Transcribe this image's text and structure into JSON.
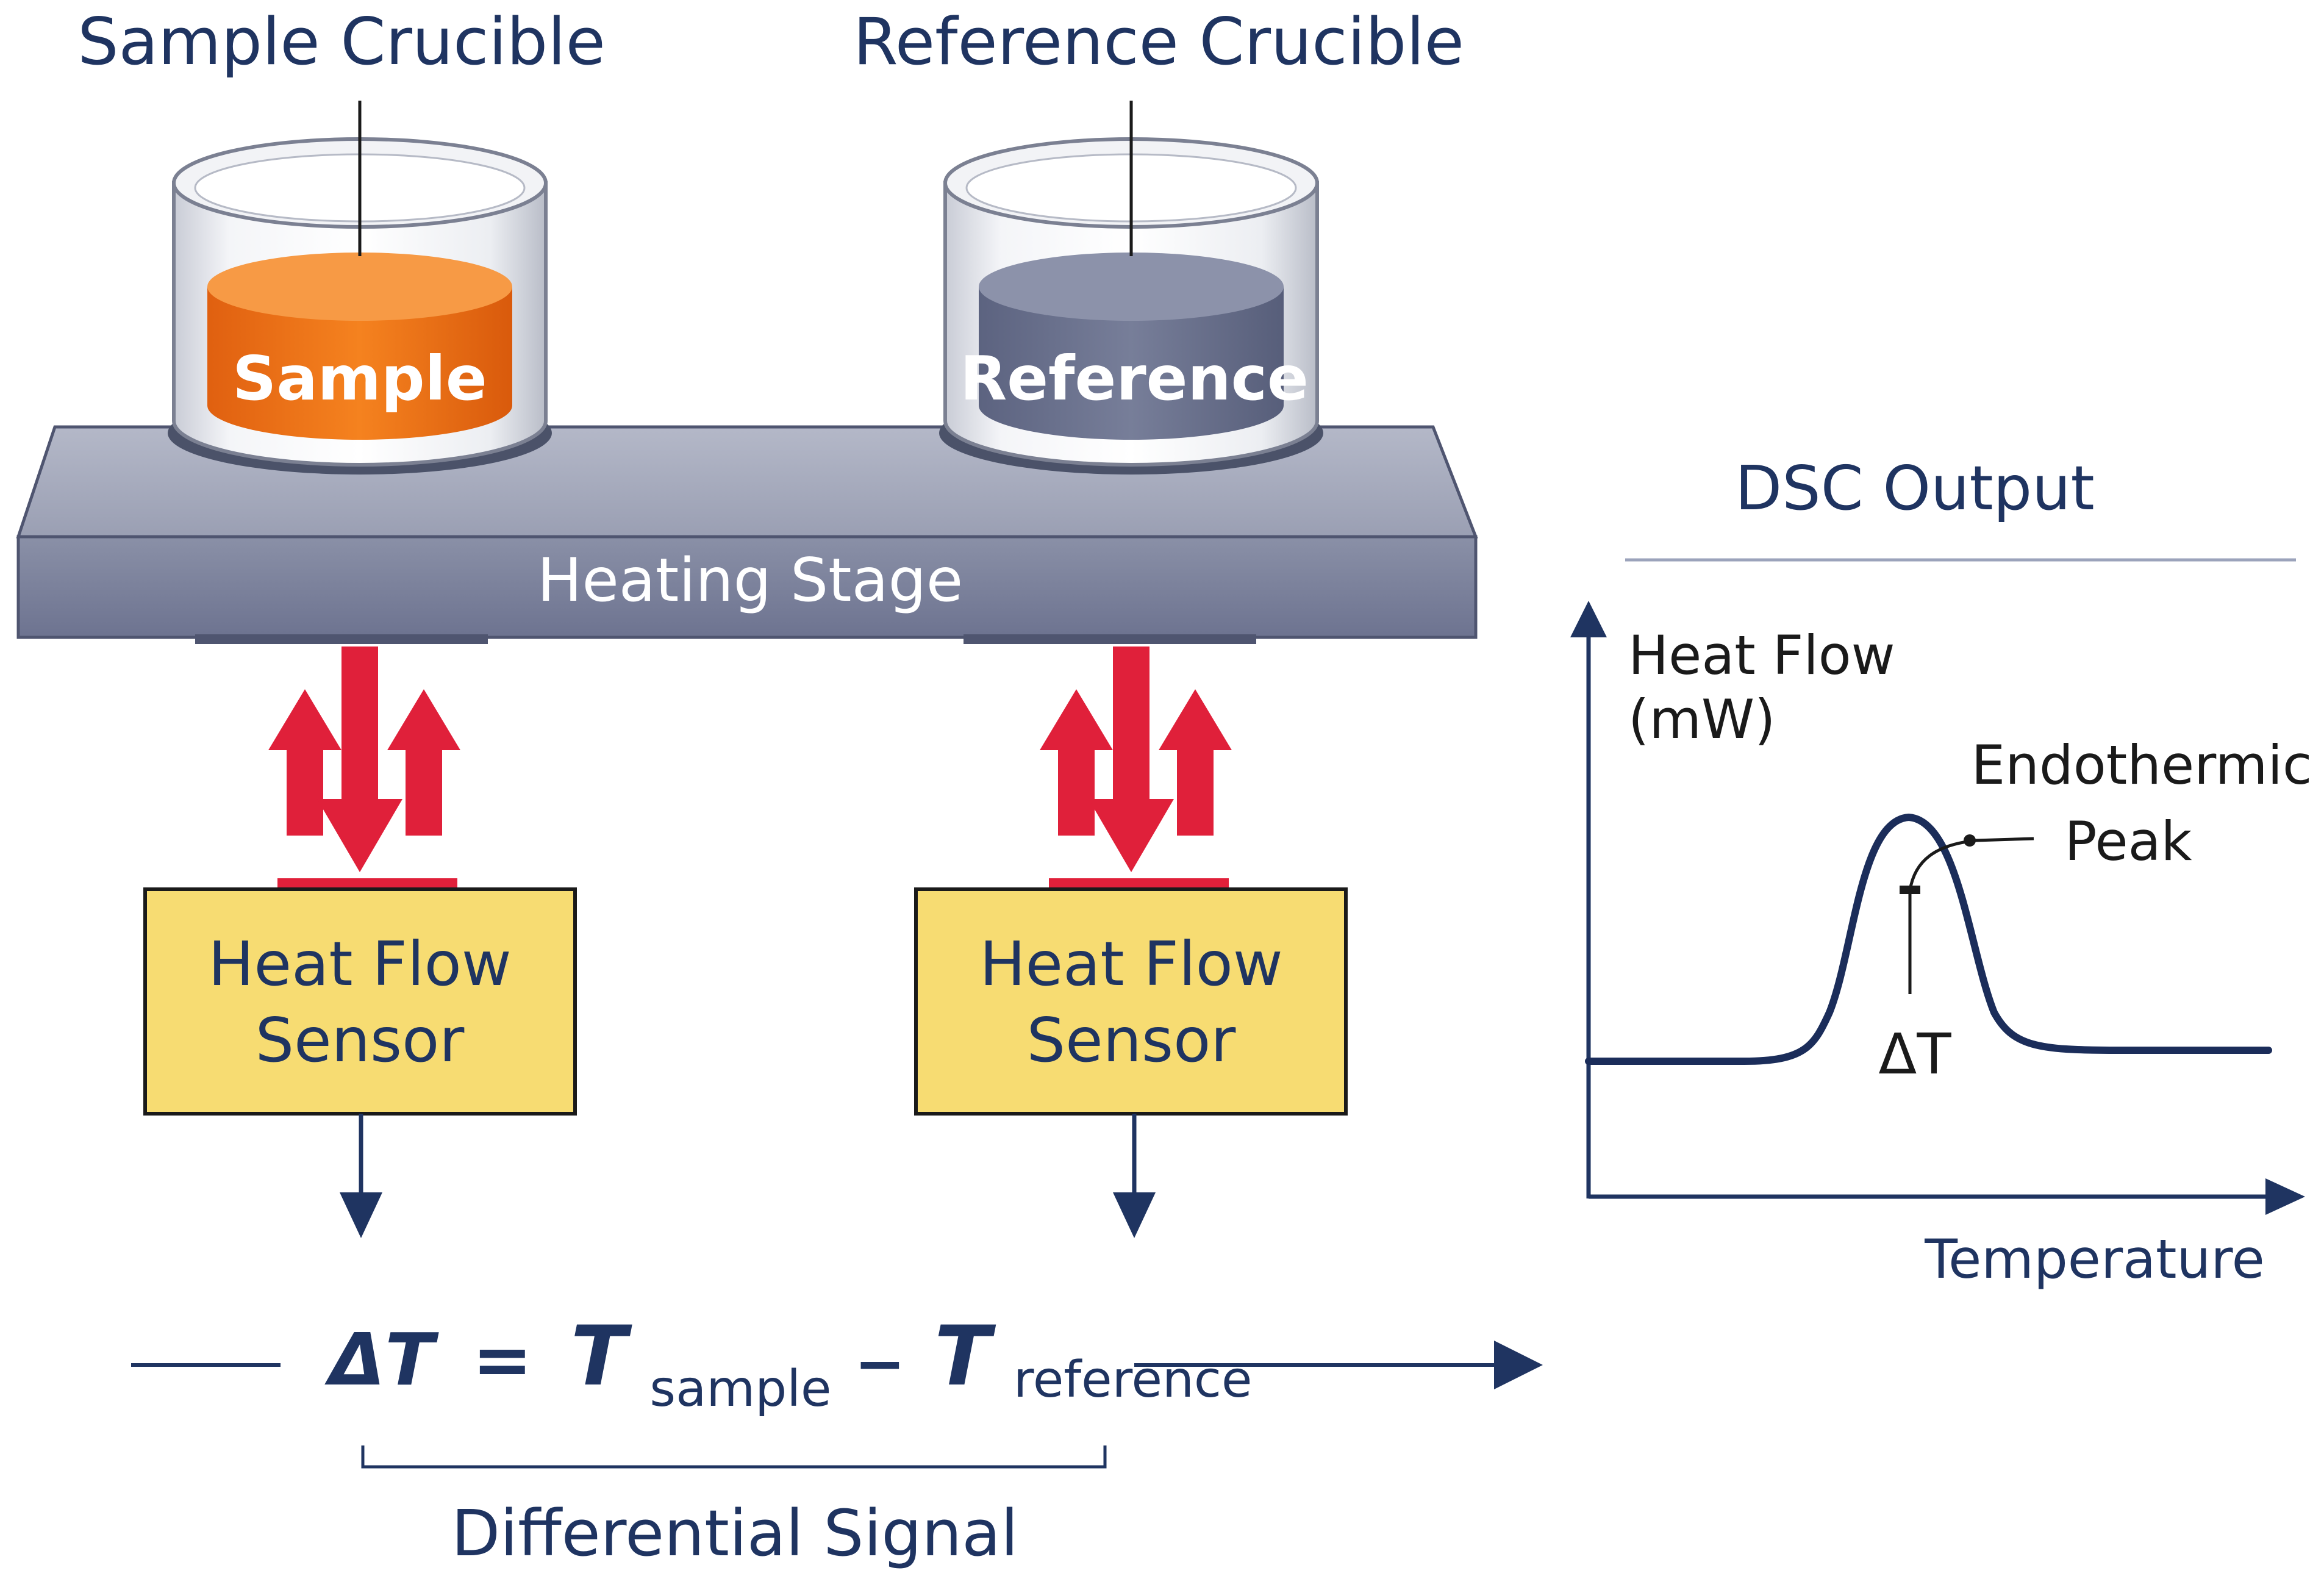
{
  "labels": {
    "sample_crucible": "Sample Crucible",
    "reference_crucible": "Reference Crucible",
    "sample": "Sample",
    "reference": "Reference",
    "heating_stage": "Heating Stage",
    "sensor_left_line1": "Heat Flow",
    "sensor_left_line2": "Sensor",
    "sensor_right_line1": "Heat Flow",
    "sensor_right_line2": "Sensor",
    "differential_signal": "Differential Signal"
  },
  "equation": {
    "delta": "ΔT",
    "equals": "=",
    "t1": "T",
    "sub1": "sample",
    "minus": "−",
    "t2": "T",
    "sub2": "reference"
  },
  "output": {
    "title": "DSC Output",
    "ylabel_line1": "Heat Flow",
    "ylabel_line2": "(mW)",
    "xlabel": "Temperature",
    "peak_line1": "Endothermic",
    "peak_line2": "Peak",
    "delta_t": "ΔT"
  },
  "colors": {
    "navy": "#1f3461",
    "sample_orange": "#f07a1e",
    "reference_gray": "#6c7390",
    "stage": "#8a90a6",
    "sensor_fill": "#f7dc72",
    "arrow_red": "#e0203a"
  },
  "chart_data": {
    "type": "line",
    "title": "DSC Output",
    "xlabel": "Temperature",
    "ylabel": "Heat Flow (mW)",
    "series": [],
    "annotations": [
      "Endothermic Peak",
      "ΔT"
    ]
  }
}
